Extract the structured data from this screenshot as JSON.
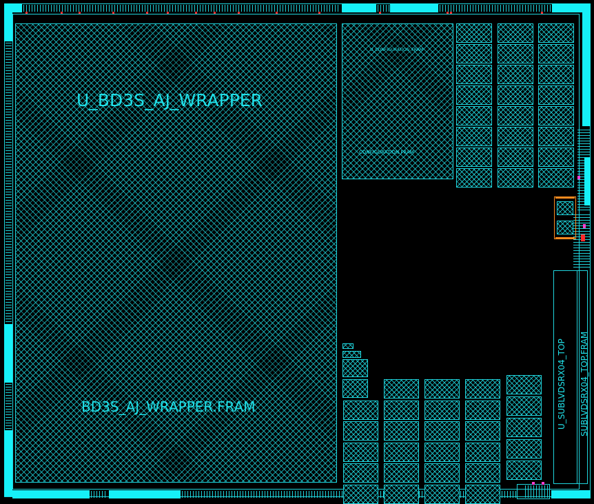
{
  "layout_view": {
    "labels": {
      "main_instance": "U_BD3S_AJ_WRAPPER",
      "main_frame": "BD3S_AJ_WRAPPER.FRAM",
      "upper_block_instance": "U_CONFIGURATION_FRAM",
      "upper_block_frame": "CONFIGURATION.FRAM",
      "right_instance": "U_SUBLVDSRX04_TOP",
      "right_frame": "SUBLVDSRX04_TOP.FRAM"
    },
    "colors": {
      "cyan": "#1fd6de",
      "background": "#000000",
      "pin_red": "#ff2a2a",
      "pad_orange": "#ff8b1f",
      "pin_magenta": "#ff3fd0"
    }
  }
}
